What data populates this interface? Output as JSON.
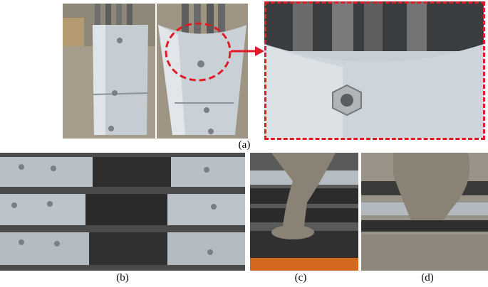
{
  "labels": {
    "a": "(a)",
    "b": "(b)",
    "c": "(c)",
    "d": "(d)"
  },
  "colors": {
    "highlight": "#e01b24",
    "steel": "#b9c1c8",
    "rubber": "#2b2b2b",
    "concrete": "#8a8275",
    "orange": "#d2691e"
  }
}
